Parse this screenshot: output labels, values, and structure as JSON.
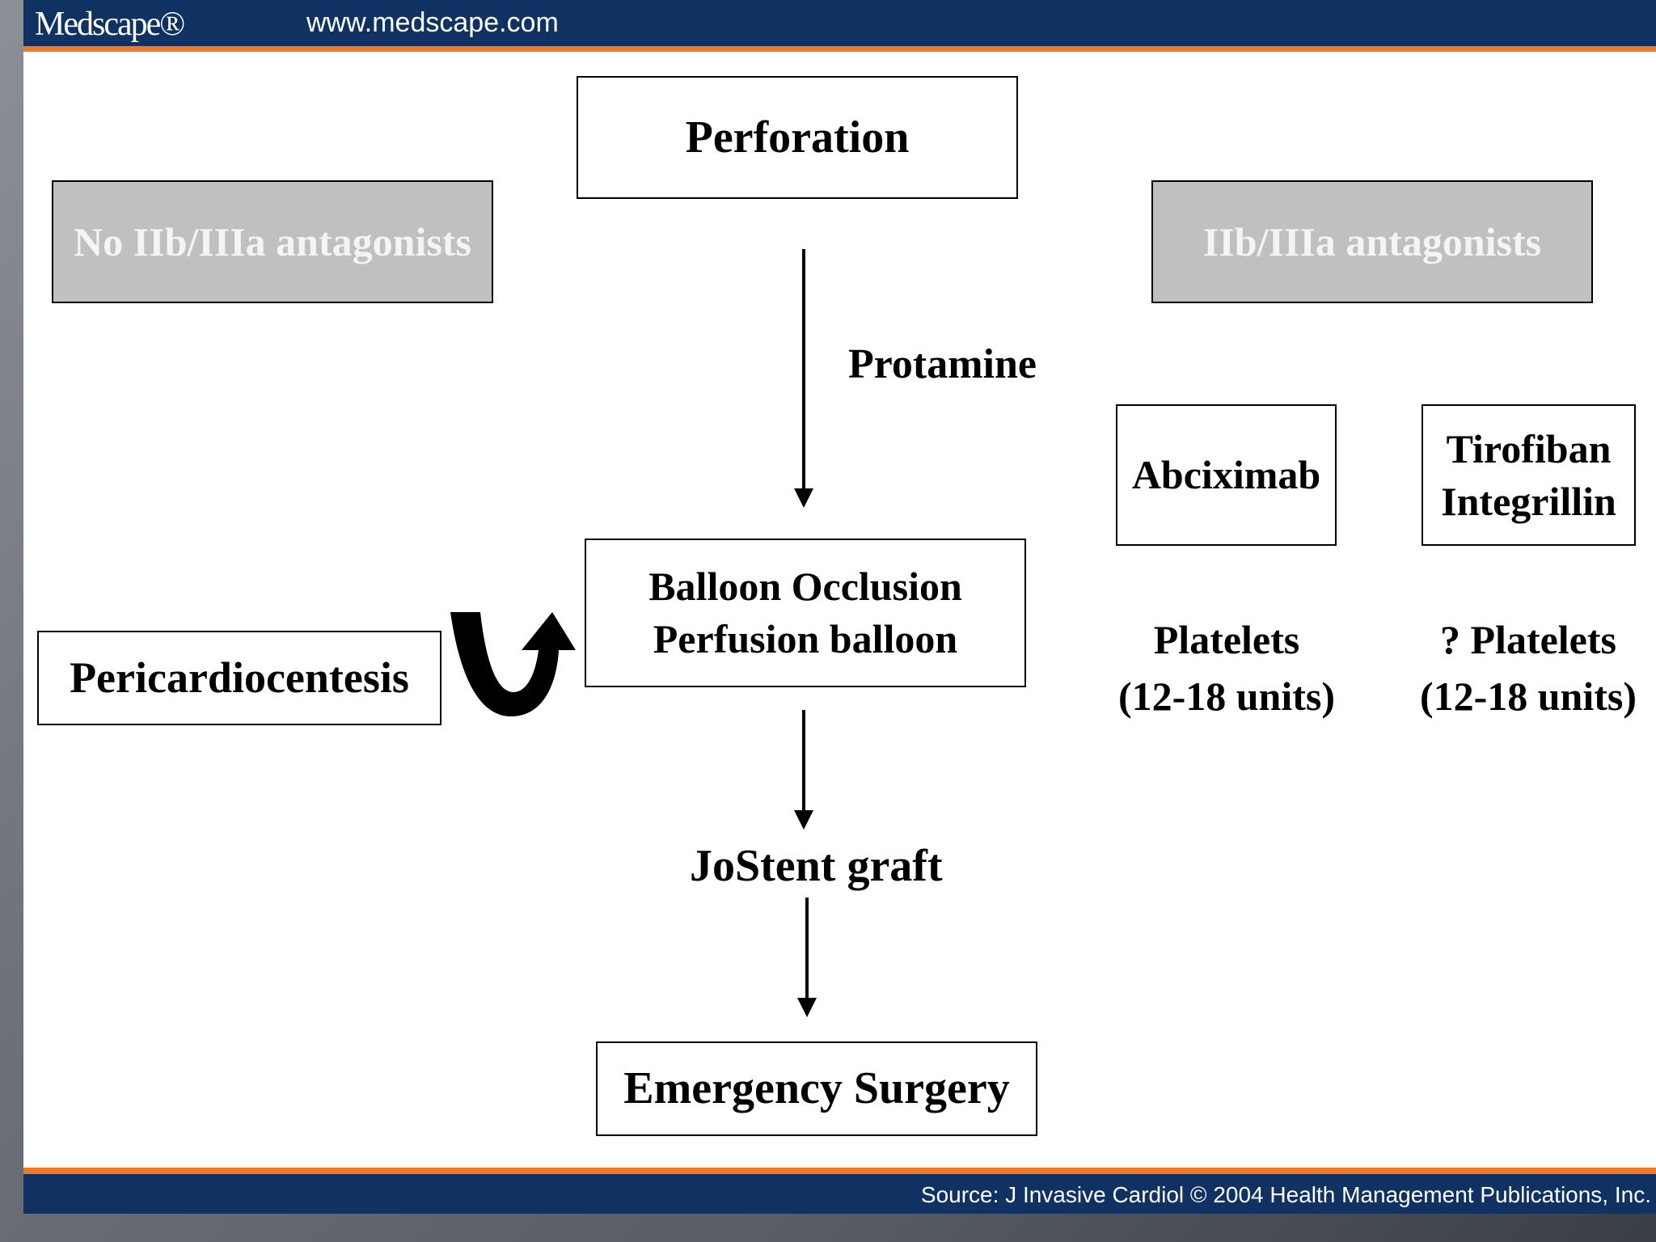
{
  "header": {
    "brand": "Medscape®",
    "url": "www.medscape.com"
  },
  "footer": {
    "source": "Source: J Invasive Cardiol © 2004 Health Management Publications, Inc."
  },
  "diagram": {
    "perforation": "Perforation",
    "no_antagonists": "No IIb/IIIa antagonists",
    "antagonists": "IIb/IIIa antagonists",
    "protamine": "Protamine",
    "balloon_line1": "Balloon Occlusion",
    "balloon_line2": "Perfusion balloon",
    "pericardiocentesis": "Pericardiocentesis",
    "jostent": "JoStent graft",
    "emergency": "Emergency Surgery",
    "abciximab": "Abciximab",
    "tirofiban": "Tirofiban",
    "integrillin": "Integrillin",
    "platelets_line1": "Platelets",
    "platelets_line2": "(12-18 units)",
    "q_platelets_line1": "? Platelets",
    "q_platelets_line2": "(12-18 units)"
  },
  "colors": {
    "header_bg": "#0f3263",
    "accent_orange": "#f07a2a",
    "grey_box": "#c0c0c0"
  }
}
